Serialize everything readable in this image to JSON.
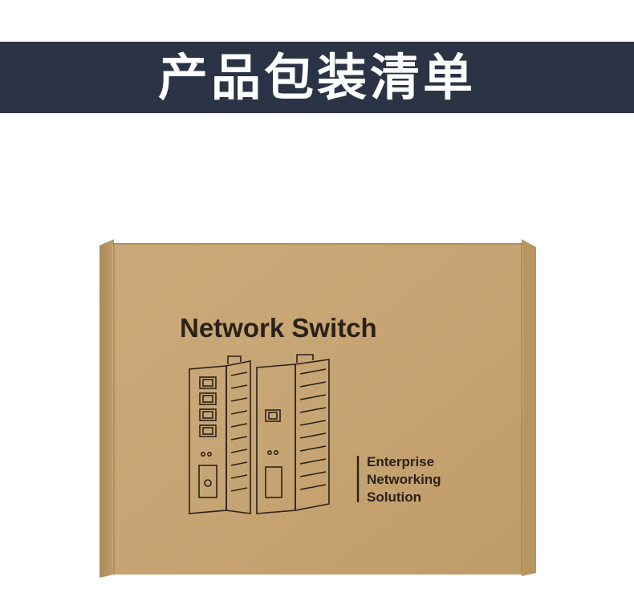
{
  "banner": {
    "title": "产品包装清单"
  },
  "box": {
    "heading": "Network Switch",
    "tagline_lines": [
      "Enterprise",
      "Networking",
      "Solution"
    ]
  },
  "colors": {
    "banner_bg": "#2b3445",
    "banner_text": "#ffffff",
    "cardboard": "#c9a777",
    "ink": "#2a2219"
  }
}
